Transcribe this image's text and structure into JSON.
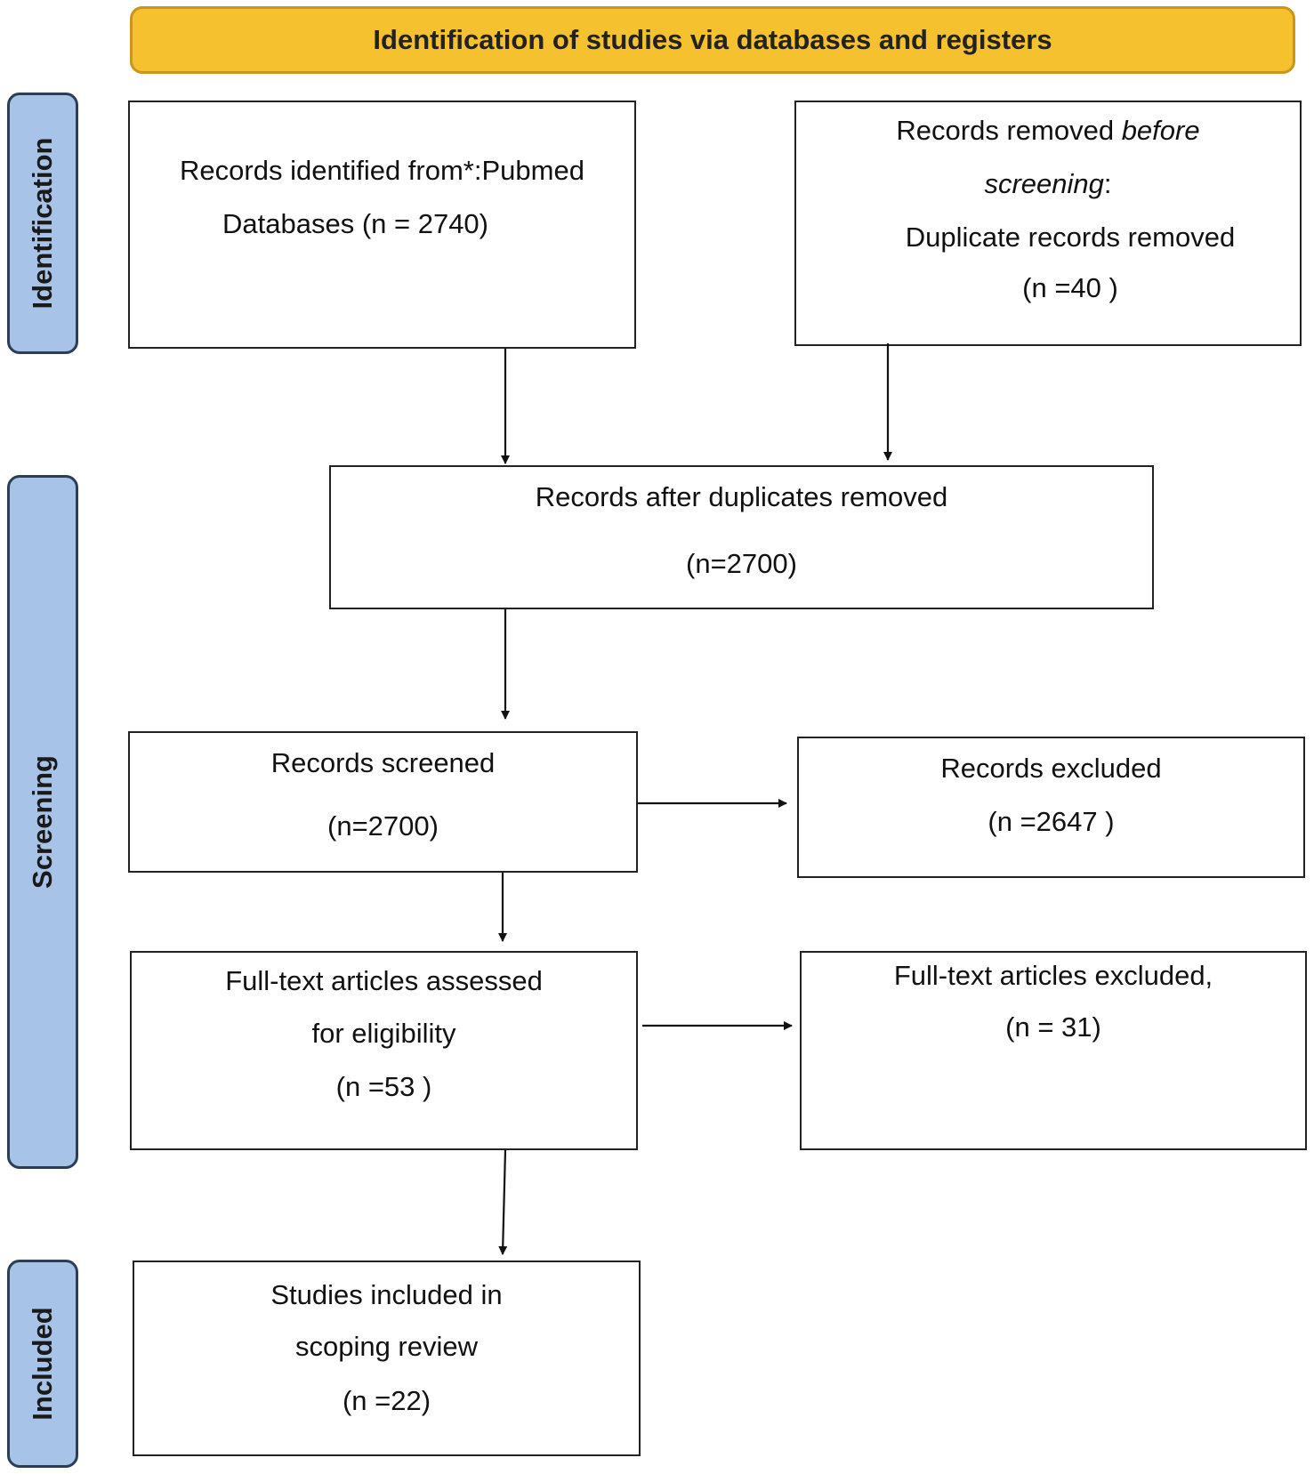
{
  "header": {
    "title": "Identification of studies via databases and registers"
  },
  "phases": {
    "identification": "Identification",
    "screening": "Screening",
    "included": "Included"
  },
  "boxes": {
    "records_identified": {
      "line1": "Records identified from*:Pubmed",
      "line2": "Databases (n = 2740)"
    },
    "records_removed": {
      "line1_prefix": "Records removed ",
      "line1_italic": "before",
      "line2_italic": "screening",
      "line2_suffix": ":",
      "line3": "Duplicate records removed",
      "line4": "(n =40 )"
    },
    "after_duplicates": {
      "line1": "Records after duplicates removed",
      "line2": "(n=2700)"
    },
    "records_screened": {
      "line1": "Records screened",
      "line2": "(n=2700)"
    },
    "records_excluded": {
      "line1": "Records excluded",
      "line2": "(n =2647 )"
    },
    "fulltext_assessed": {
      "line1": "Full-text articles assessed",
      "line2": "for eligibility",
      "line3": "(n =53 )"
    },
    "fulltext_excluded": {
      "line1": "Full-text articles excluded,",
      "line2": "(n = 31)"
    },
    "studies_included": {
      "line1": "Studies included in",
      "line2": "scoping review",
      "line3": "(n =22)"
    }
  }
}
